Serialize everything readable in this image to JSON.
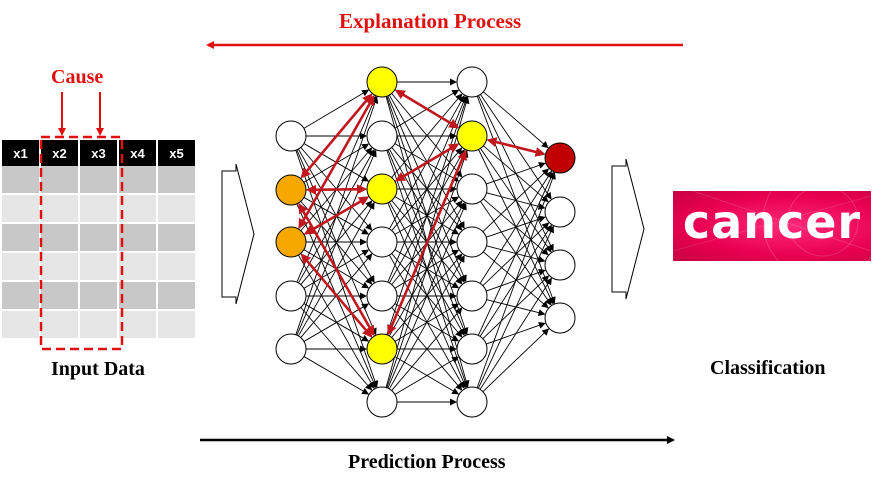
{
  "labels": {
    "explanation": "Explanation Process",
    "prediction": "Prediction Process",
    "cause": "Cause",
    "input_data": "Input Data",
    "classification": "Classification",
    "output_word": "cancer"
  },
  "table": {
    "headers": [
      "x1",
      "x2",
      "x3",
      "x4",
      "x5"
    ],
    "row_count": 6
  },
  "colors": {
    "highlight_red": "#e01010",
    "arrow_red": "#c0181e",
    "orange_node": "#f5a800",
    "yellow_node": "#ffff00",
    "output_node": "#c00000"
  },
  "network": {
    "layer_sizes": [
      5,
      7,
      7,
      4
    ],
    "node_states": [
      [
        "normal",
        "orange",
        "orange",
        "normal",
        "normal"
      ],
      [
        "yellow",
        "normal",
        "yellow",
        "normal",
        "normal",
        "yellow",
        "normal"
      ],
      [
        "normal",
        "yellow",
        "normal",
        "normal",
        "normal",
        "normal",
        "normal"
      ],
      [
        "red",
        "normal",
        "normal",
        "normal"
      ]
    ]
  }
}
